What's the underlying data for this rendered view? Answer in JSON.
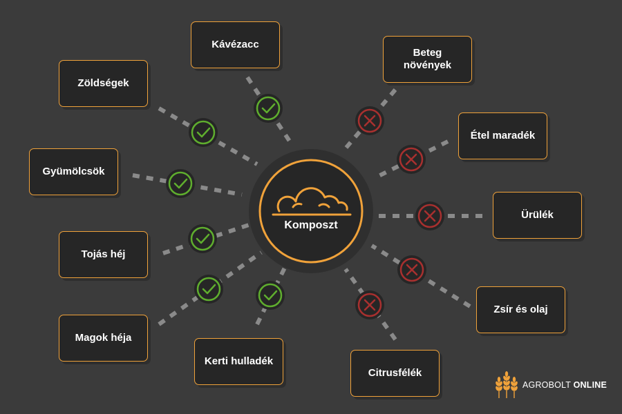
{
  "center": {
    "label": "Komposzt",
    "icon": "cloud-icon"
  },
  "colors": {
    "background": "#3b3b3b",
    "accent": "#f0a23a",
    "allowed": "#5fae2e",
    "forbidden": "#a8302f",
    "node_fill": "#262626",
    "connector": "#8a8a8a"
  },
  "allowed_items": [
    {
      "id": "kavezacc",
      "label": "Kávézacc",
      "status": "allowed"
    },
    {
      "id": "zoldsegek",
      "label": "Zöldségek",
      "status": "allowed"
    },
    {
      "id": "gyumolcsok",
      "label": "Gyümölcsök",
      "status": "allowed"
    },
    {
      "id": "tojas-hej",
      "label": "Tojás héj",
      "status": "allowed"
    },
    {
      "id": "magok-heja",
      "label": "Magok héja",
      "status": "allowed"
    },
    {
      "id": "kerti-hulladek",
      "label": "Kerti hulladék",
      "status": "allowed"
    }
  ],
  "forbidden_items": [
    {
      "id": "beteg-novenyek",
      "label_line1": "Beteg",
      "label_line2": "növények",
      "status": "forbidden"
    },
    {
      "id": "etel-maradek",
      "label": "Étel maradék",
      "status": "forbidden"
    },
    {
      "id": "urulek",
      "label": "Ürülék",
      "status": "forbidden"
    },
    {
      "id": "zsir-es-olaj",
      "label": "Zsír és olaj",
      "status": "forbidden"
    },
    {
      "id": "citrusfelek",
      "label": "Citrusfélék",
      "status": "forbidden"
    }
  ],
  "brand": {
    "name_regular": "AGROBOLT",
    "name_bold": "ONLINE",
    "icon": "wheat-icon"
  }
}
